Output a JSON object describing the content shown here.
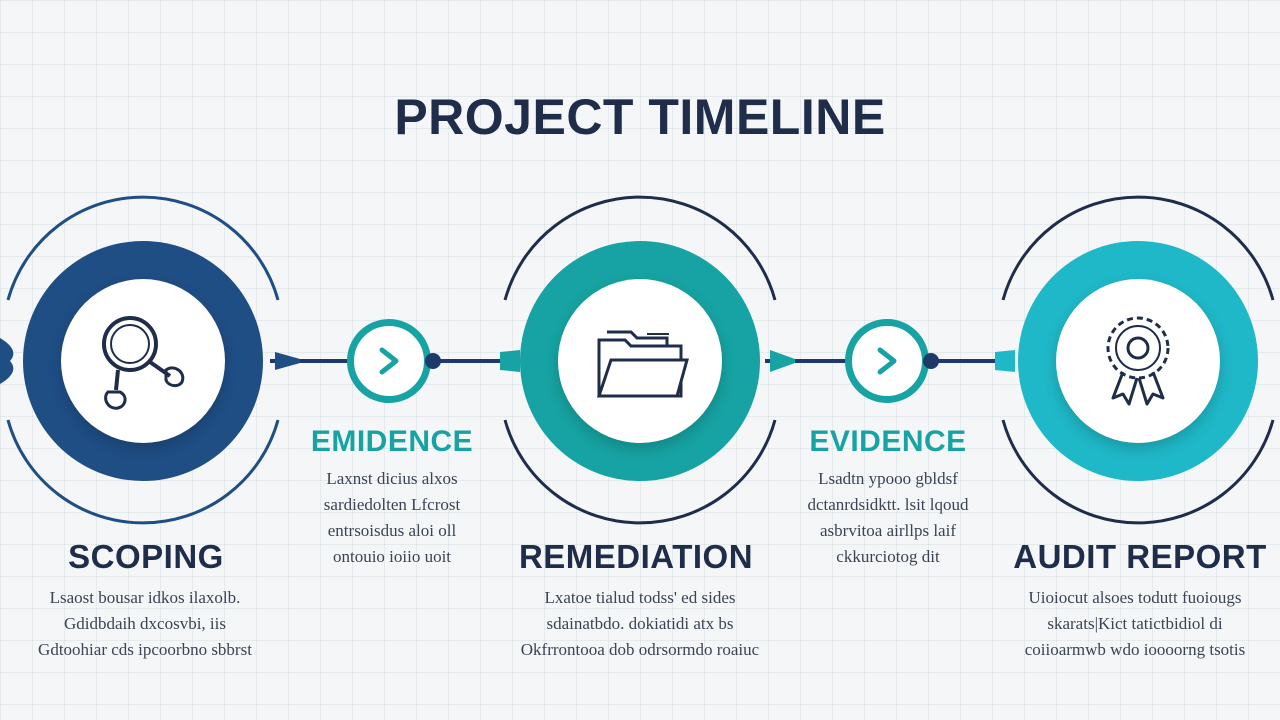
{
  "title": "PROJECT TIMELINE",
  "colors": {
    "navy": "#1f4e85",
    "teal": "#17a3a3",
    "cyan": "#1fb8c8",
    "dark_text": "#1f2d4a"
  },
  "stages": [
    {
      "label": "SCOPING",
      "icon": "magnifier-icon",
      "desc": [
        "Lsaost bousar idkos ilaxolb.",
        "Gdidbdaih dxcosvbi, iis",
        "Gdtoohiar cds ipcoorbno sbbrst"
      ]
    },
    {
      "label": "REMEDIATION",
      "icon": "folder-icon",
      "desc": [
        "Lxatoe tialud todss' ed sides",
        "sdainatbdo. dokiatidi atx bs",
        "Okfrrontooa dob odrsormdo roaiuc"
      ]
    },
    {
      "label": "AUDIT REPORT",
      "icon": "award-badge-icon",
      "desc": [
        "Uioiocut alsoes todutt fuoiougs",
        "skarats|Kict tatictbidiol di",
        "coiioarmwb wdo ioooorng tsotis"
      ]
    }
  ],
  "transitions": [
    {
      "label": "EMIDENCE",
      "icon": "chevron-right-icon",
      "desc": [
        "Laxnst dicius alxos",
        "sardiedolten Lfcrost",
        "entrsoisdus aloi oll",
        "ontouio ioiio uoit"
      ]
    },
    {
      "label": "EVIDENCE",
      "icon": "chevron-right-icon",
      "desc": [
        "Lsadtn ypooo gbldsf",
        "dctanrdsidktt. lsit lqoud",
        "asbrvitoa airllps laif",
        "ckkurciotog dit"
      ]
    }
  ]
}
